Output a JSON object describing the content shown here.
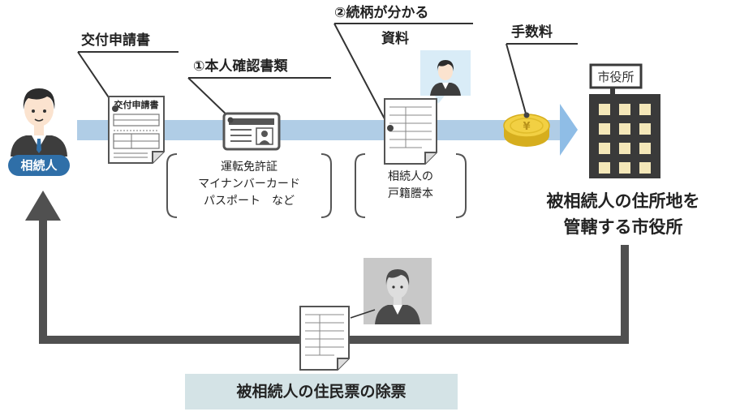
{
  "applicant": {
    "badge": "相続人"
  },
  "labels": {
    "application_form": "交付申請書",
    "id_documents": "①本人確認書類",
    "relationship_line1": "②続柄が分かる",
    "relationship_line2": "資料",
    "fee": "手数料"
  },
  "form_header": "交付申請書",
  "id_examples": [
    "運転免許証",
    "マイナンバーカード",
    "パスポート　など"
  ],
  "relationship_examples": [
    "相続人の",
    "戸籍謄本"
  ],
  "city_hall": {
    "sign": "市役所",
    "caption_line1": "被相続人の住所地を",
    "caption_line2": "管轄する市役所"
  },
  "result": {
    "label": "被相続人の住民票の除票"
  },
  "colors": {
    "flow_arrow": "#b0cde6",
    "flow_arrow_head": "#8fbde6",
    "return_arrow": "#505050",
    "badge": "#2f6fa8",
    "building": "#3a3a3a",
    "window": "#f4e7b8",
    "coin": "#f2d043",
    "result_box": "#d4e3e6"
  }
}
